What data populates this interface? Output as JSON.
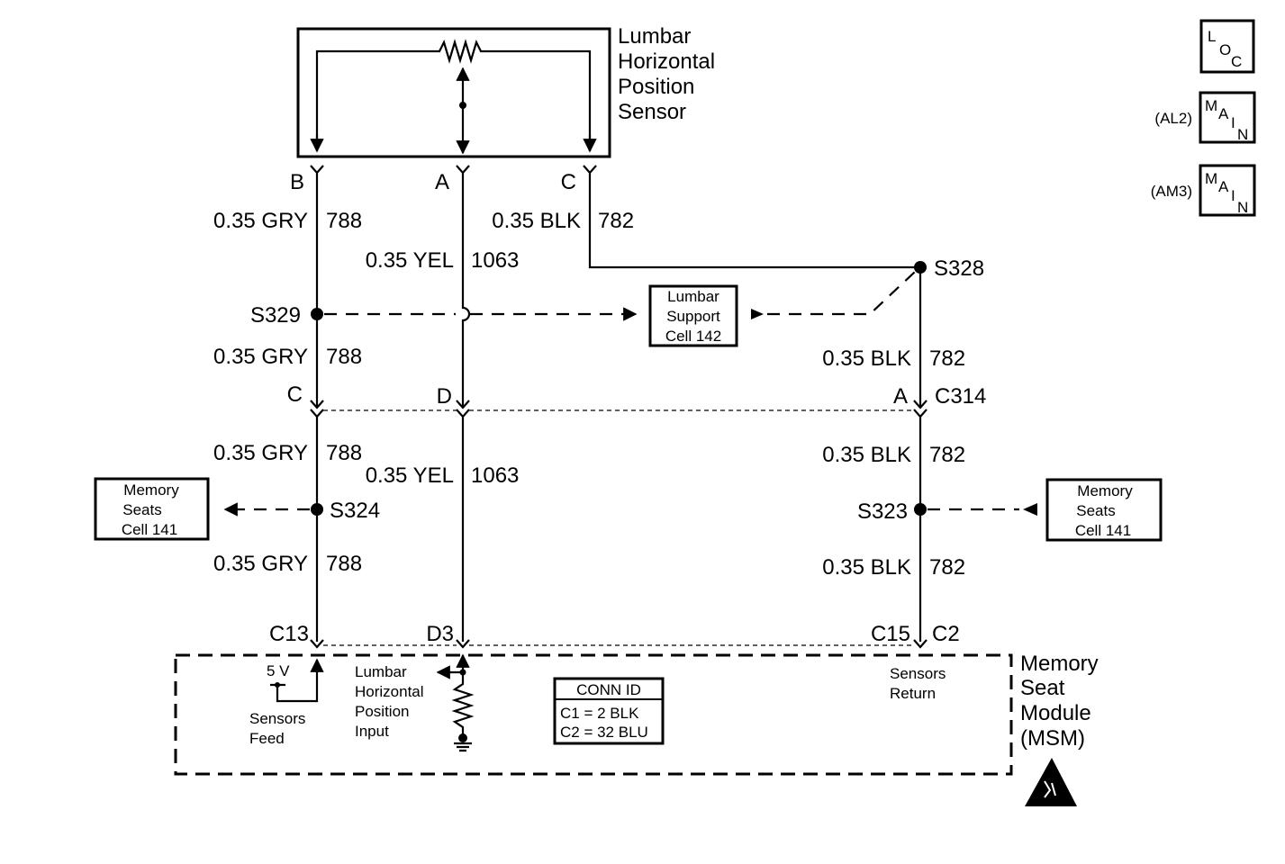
{
  "sensor": {
    "title_lines": [
      "Lumbar",
      "Horizontal",
      "Position",
      "Sensor"
    ],
    "pins": [
      "B",
      "A",
      "C"
    ]
  },
  "badges": {
    "loc": [
      "L",
      "O",
      "C"
    ],
    "main": [
      "M",
      "A",
      "I",
      "N"
    ],
    "main_1_prefix": "(AL2)",
    "main_2_prefix": "(AM3)"
  },
  "wires": {
    "gry_label": "0.35 GRY",
    "gry_circuit": "788",
    "yel_label": "0.35 YEL",
    "yel_circuit": "1063",
    "blk_label": "0.35 BLK",
    "blk_circuit": "782"
  },
  "splices": {
    "s328": "S328",
    "s329": "S329",
    "s324": "S324",
    "s323": "S323"
  },
  "refs": {
    "lumbar_support": [
      "Lumbar",
      "Support",
      "Cell 142"
    ],
    "memory_seats": [
      "Memory",
      "Seats",
      "Cell 141"
    ]
  },
  "connector_c314": {
    "name": "C314",
    "pins": [
      "C",
      "D",
      "A"
    ]
  },
  "msm": {
    "title_lines": [
      "Memory",
      "Seat",
      "Module",
      "(MSM)"
    ],
    "pins": [
      "C13",
      "D3",
      "C15",
      "C2"
    ],
    "feed_voltage": "5 V",
    "feed_label": [
      "Sensors",
      "Feed"
    ],
    "input_label": [
      "Lumbar",
      "Horizontal",
      "Position",
      "Input"
    ],
    "return_label": [
      "Sensors",
      "Return"
    ],
    "conn_id_title": "CONN ID",
    "conn_id_rows": [
      "C1 = 2 BLK",
      "C2 = 32 BLU"
    ]
  }
}
